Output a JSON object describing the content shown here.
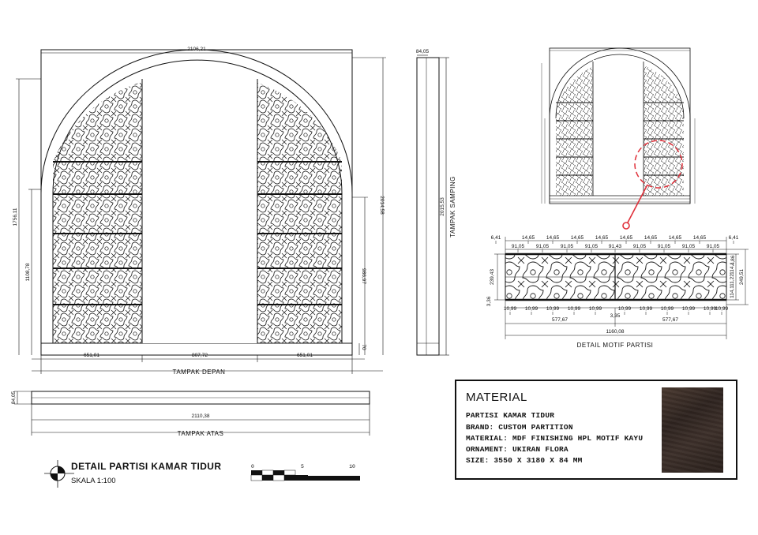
{
  "front_view": {
    "label": "TAMPAK DEPAN",
    "dims": {
      "top_width": "2106,21",
      "left_height": "1756,11",
      "left_inner_height": "1108,78",
      "right_height": "2014,58",
      "right_inner_height": "986,97",
      "bottom_left": "651,01",
      "bottom_middle": "807,72",
      "bottom_right": "651,01",
      "base_height": "70"
    }
  },
  "side_view": {
    "label": "TAMPAK SAMPING",
    "dims": {
      "thickness": "84,05",
      "height": "2015,53"
    }
  },
  "top_view": {
    "label": "TAMPAK ATAS",
    "dims": {
      "thickness": "84,05",
      "width": "2110,38"
    }
  },
  "motif_detail": {
    "label": "DETAIL MOTIF PARTISI",
    "top_row": [
      "6,41",
      "14,65",
      "14,65",
      "14,65",
      "14,65",
      "14,65",
      "14,65",
      "14,65",
      "14,65",
      "6,41"
    ],
    "second_row": [
      "91,05",
      "91,05",
      "91,05",
      "91,05",
      "91,43",
      "91,05",
      "91,05",
      "91,05",
      "91,05"
    ],
    "bottom_row": [
      "10,99",
      "10,99",
      "10,99",
      "10,99",
      "10,99",
      "10,99",
      "10,99",
      "10,99",
      "10,99",
      "10,99",
      "10,99"
    ],
    "left_height": "239,43",
    "left_offset": "3,36",
    "center_gap": "3,35",
    "right_top": "4,86",
    "right_a": "114,1",
    "right_b": "11,22",
    "right_c": "114,1",
    "right_total": "249,51",
    "half_left": "577,67",
    "half_right": "577,67",
    "total": "1160,08"
  },
  "title_block": {
    "title": "DETAIL PARTISI KAMAR TIDUR",
    "scale": "SKALA 1:100",
    "scale_bar_ticks": [
      "0",
      "5",
      "10"
    ]
  },
  "material": {
    "heading": "MATERIAL",
    "lines": [
      "PARTISI KAMAR TIDUR",
      "BRAND: CUSTOM PARTITION",
      "MATERIAL: MDF FINISHING HPL MOTIF KAYU",
      "ORNAMENT: UKIRAN FLORA",
      "SIZE: 3550 X 3180 X 84 MM"
    ],
    "swatch_color": "#2f2420"
  },
  "colors": {
    "line": "#111111",
    "callout": "#e0303a"
  }
}
